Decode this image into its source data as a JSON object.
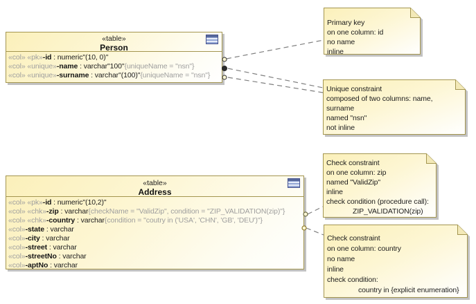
{
  "diagram": {
    "tables": {
      "person": {
        "stereotype": "«table»",
        "name": "Person",
        "icon": "table-icon",
        "columns": [
          {
            "stereo": "«col» «pk»",
            "name": "-id",
            "type": " : numeric\"(10, 0)\"",
            "constraint": ""
          },
          {
            "stereo": "«col» «unique»",
            "name": "-name",
            "type": " : varchar\"100\"",
            "constraint": "{uniqueName = \"nsn\"}"
          },
          {
            "stereo": "«col» «unique»",
            "name": "-surname",
            "type": " : varchar\"(100)\"",
            "constraint": "{uniqueName = \"nsn\"}"
          }
        ]
      },
      "address": {
        "stereotype": "«table»",
        "name": "Address",
        "icon": "table-icon",
        "columns": [
          {
            "stereo": "«col» «pk»",
            "name": "-id",
            "type": " : numeric\"(10,2)\"",
            "constraint": ""
          },
          {
            "stereo": "«col» «chk»",
            "name": "-zip",
            "type": " : varchar",
            "constraint": "{checkName = \"ValidZip\", condition = \"ZIP_VALIDATION(zip)\"}"
          },
          {
            "stereo": "«col» «chk»",
            "name": "-country",
            "type": " : varchar",
            "constraint": "{condition = \"coutry in ('USA', 'CHN', 'GB', 'DEU')\"}"
          },
          {
            "stereo": "«col»",
            "name": "-state",
            "type": " : varchar",
            "constraint": ""
          },
          {
            "stereo": "«col»",
            "name": "-city",
            "type": " : varchar",
            "constraint": ""
          },
          {
            "stereo": "«col»",
            "name": "-street",
            "type": " : varchar",
            "constraint": ""
          },
          {
            "stereo": "«col»",
            "name": "-streetNo",
            "type": " : varchar",
            "constraint": ""
          },
          {
            "stereo": "«col»",
            "name": "-aptNo",
            "type": " : varchar",
            "constraint": ""
          }
        ]
      }
    },
    "notes": [
      {
        "id": "primary-key",
        "lines": [
          "Primary key",
          "on one column: id",
          "no name",
          "inline"
        ]
      },
      {
        "id": "unique-constraint",
        "lines": [
          "Unique constraint",
          "composed of two columns: name,",
          "surname",
          "named \"nsn\"",
          "not inline"
        ]
      },
      {
        "id": "check-zip",
        "lines": [
          "Check constraint",
          "on one column: zip",
          "named \"ValidZip\"",
          "inline",
          "check condition (procedure call):",
          "ZIP_VALIDATION(zip)"
        ]
      },
      {
        "id": "check-country",
        "lines": [
          "Check constraint",
          "on one column: country",
          "no name",
          "inline",
          "check condition:",
          "country in {explicit enumeration}"
        ]
      }
    ],
    "colors": {
      "box_border": "#a3954f",
      "box_fill_top": "#fbf0ba",
      "gray_text": "#9e9e9e",
      "shadow": "#c2c2c2",
      "connector": "#7d7d7d",
      "icon_blue": "#44518e"
    }
  }
}
